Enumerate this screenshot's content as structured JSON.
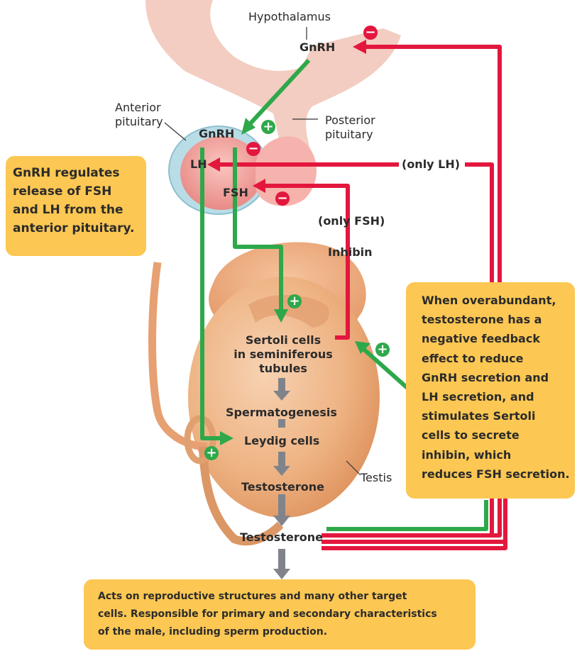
{
  "labels": {
    "hypothalamus": "Hypothalamus",
    "gnrh_top": "GnRH",
    "anterior_pituitary": [
      "Anterior",
      "pituitary"
    ],
    "posterior_pituitary": [
      "Posterior",
      "pituitary"
    ],
    "gnrh_mid": "GnRH",
    "lh": "LH",
    "fsh": "FSH",
    "only_lh": "(only LH)",
    "only_fsh": "(only FSH)",
    "inhibin": "Inhibin",
    "sertoli": [
      "Sertoli cells",
      "in seminiferous",
      "tubules"
    ],
    "spermatogenesis": "Spermatogenesis",
    "leydig": "Leydig cells",
    "testis": "Testis",
    "testosterone_inner": "Testosterone",
    "testosterone_outer": "Testosterone"
  },
  "boxes": {
    "gnrh_regulates": [
      "GnRH regulates",
      "release of FSH",
      "and LH from the",
      "anterior pituitary."
    ],
    "feedback": [
      "When overabundant,",
      "testosterone has a",
      "negative feedback",
      "effect to reduce",
      "GnRH secretion and",
      "LH secretion, and",
      "stimulates Sertoli",
      "cells to secrete",
      "inhibin, which",
      "reduces FSH secretion."
    ],
    "acts_on": [
      "Acts on reproductive structures and many other target",
      "cells. Responsible for primary and secondary characteristics",
      "of the male, including sperm production."
    ]
  },
  "signs": {
    "negative": "−",
    "positive": "+"
  },
  "colors": {
    "inhibit": "#e3173e",
    "stimulate": "#2ea84a",
    "flow": "#80848a",
    "box": "#fcc752",
    "tissue": "#f0b07e"
  }
}
